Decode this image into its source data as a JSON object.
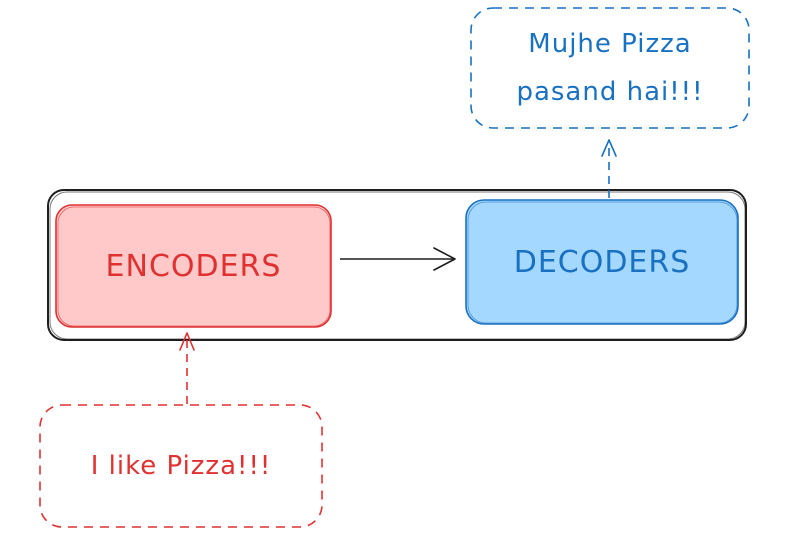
{
  "encoder": {
    "label": "ENCODERS",
    "fill": "#ffc9c9",
    "stroke": "#e03131"
  },
  "decoder": {
    "label": "DECODERS",
    "fill": "#a5d8ff",
    "stroke": "#1971c2"
  },
  "input": {
    "text": "I like Pizza!!!",
    "color": "#e03131"
  },
  "output": {
    "line1": "Mujhe Pizza",
    "line2": "pasand hai!!!",
    "color": "#1971c2"
  }
}
